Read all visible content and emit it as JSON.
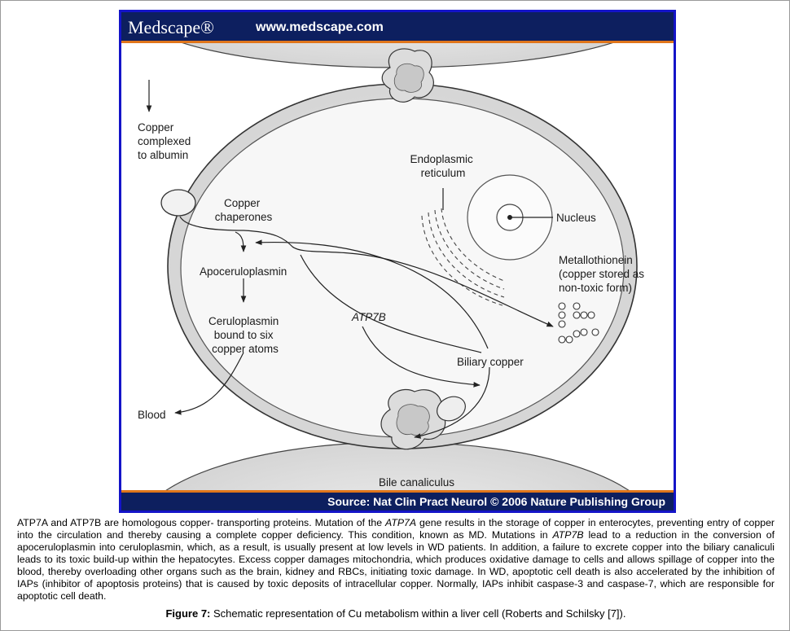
{
  "figure": {
    "brand": "Medscape®",
    "url": "www.medscape.com",
    "source": "Source: Nat Clin Pract Neurol © 2006 Nature Publishing Group"
  },
  "diagram": {
    "copper_albumin": [
      "Copper",
      "complexed",
      "to albumin"
    ],
    "copper_chaperones": [
      "Copper",
      "chaperones"
    ],
    "er": [
      "Endoplasmic",
      "reticulum"
    ],
    "nucleus": "Nucleus",
    "metallothionein": [
      "Metallothionein",
      "(copper stored as",
      "non-toxic form)"
    ],
    "apoceruloplasmin": "Apoceruloplasmin",
    "ceruloplasmin": [
      "Ceruloplasmin",
      "bound to six",
      "copper atoms"
    ],
    "atp7b": "ATP7B",
    "biliary_copper": "Biliary copper",
    "blood": "Blood",
    "bile_canaliculus": "Bile canaliculus"
  },
  "caption": {
    "s1": "ATP7A and ATP7B are homologous copper- transporting proteins. Mutation of the ",
    "s1_em": "ATP7A",
    "s2": " gene results in the storage of copper in enterocytes, preventing entry of copper into the circulation and thereby causing a complete copper deficiency. This condition, known as MD. Mutations in ",
    "s2_em": "ATP7B",
    "s3": " lead to a reduction in the conversion of apoceruloplasmin into ceruloplasmin, which, as a result, is usually present at low levels in WD patients. In addition, a failure to excrete copper into the biliary canaliculi leads to its toxic build-up within the hepatocytes. Excess copper damages mitochondria, which produces oxidative damage to cells and allows spillage of copper into the blood, thereby overloading other organs such as the brain, kidney and RBCs, initiating toxic damage. In WD, apoptotic cell death is also accelerated by the inhibition of IAPs (inhibitor of apoptosis proteins) that is caused by toxic deposits of intracellular copper. Normally, IAPs inhibit caspase-3 and caspase-7, which are responsible for apoptotic cell death.",
    "figure_label": "Figure 7:",
    "figure_text": " Schematic representation of Cu metabolism within a liver cell (Roberts and Schilsky [7])."
  }
}
